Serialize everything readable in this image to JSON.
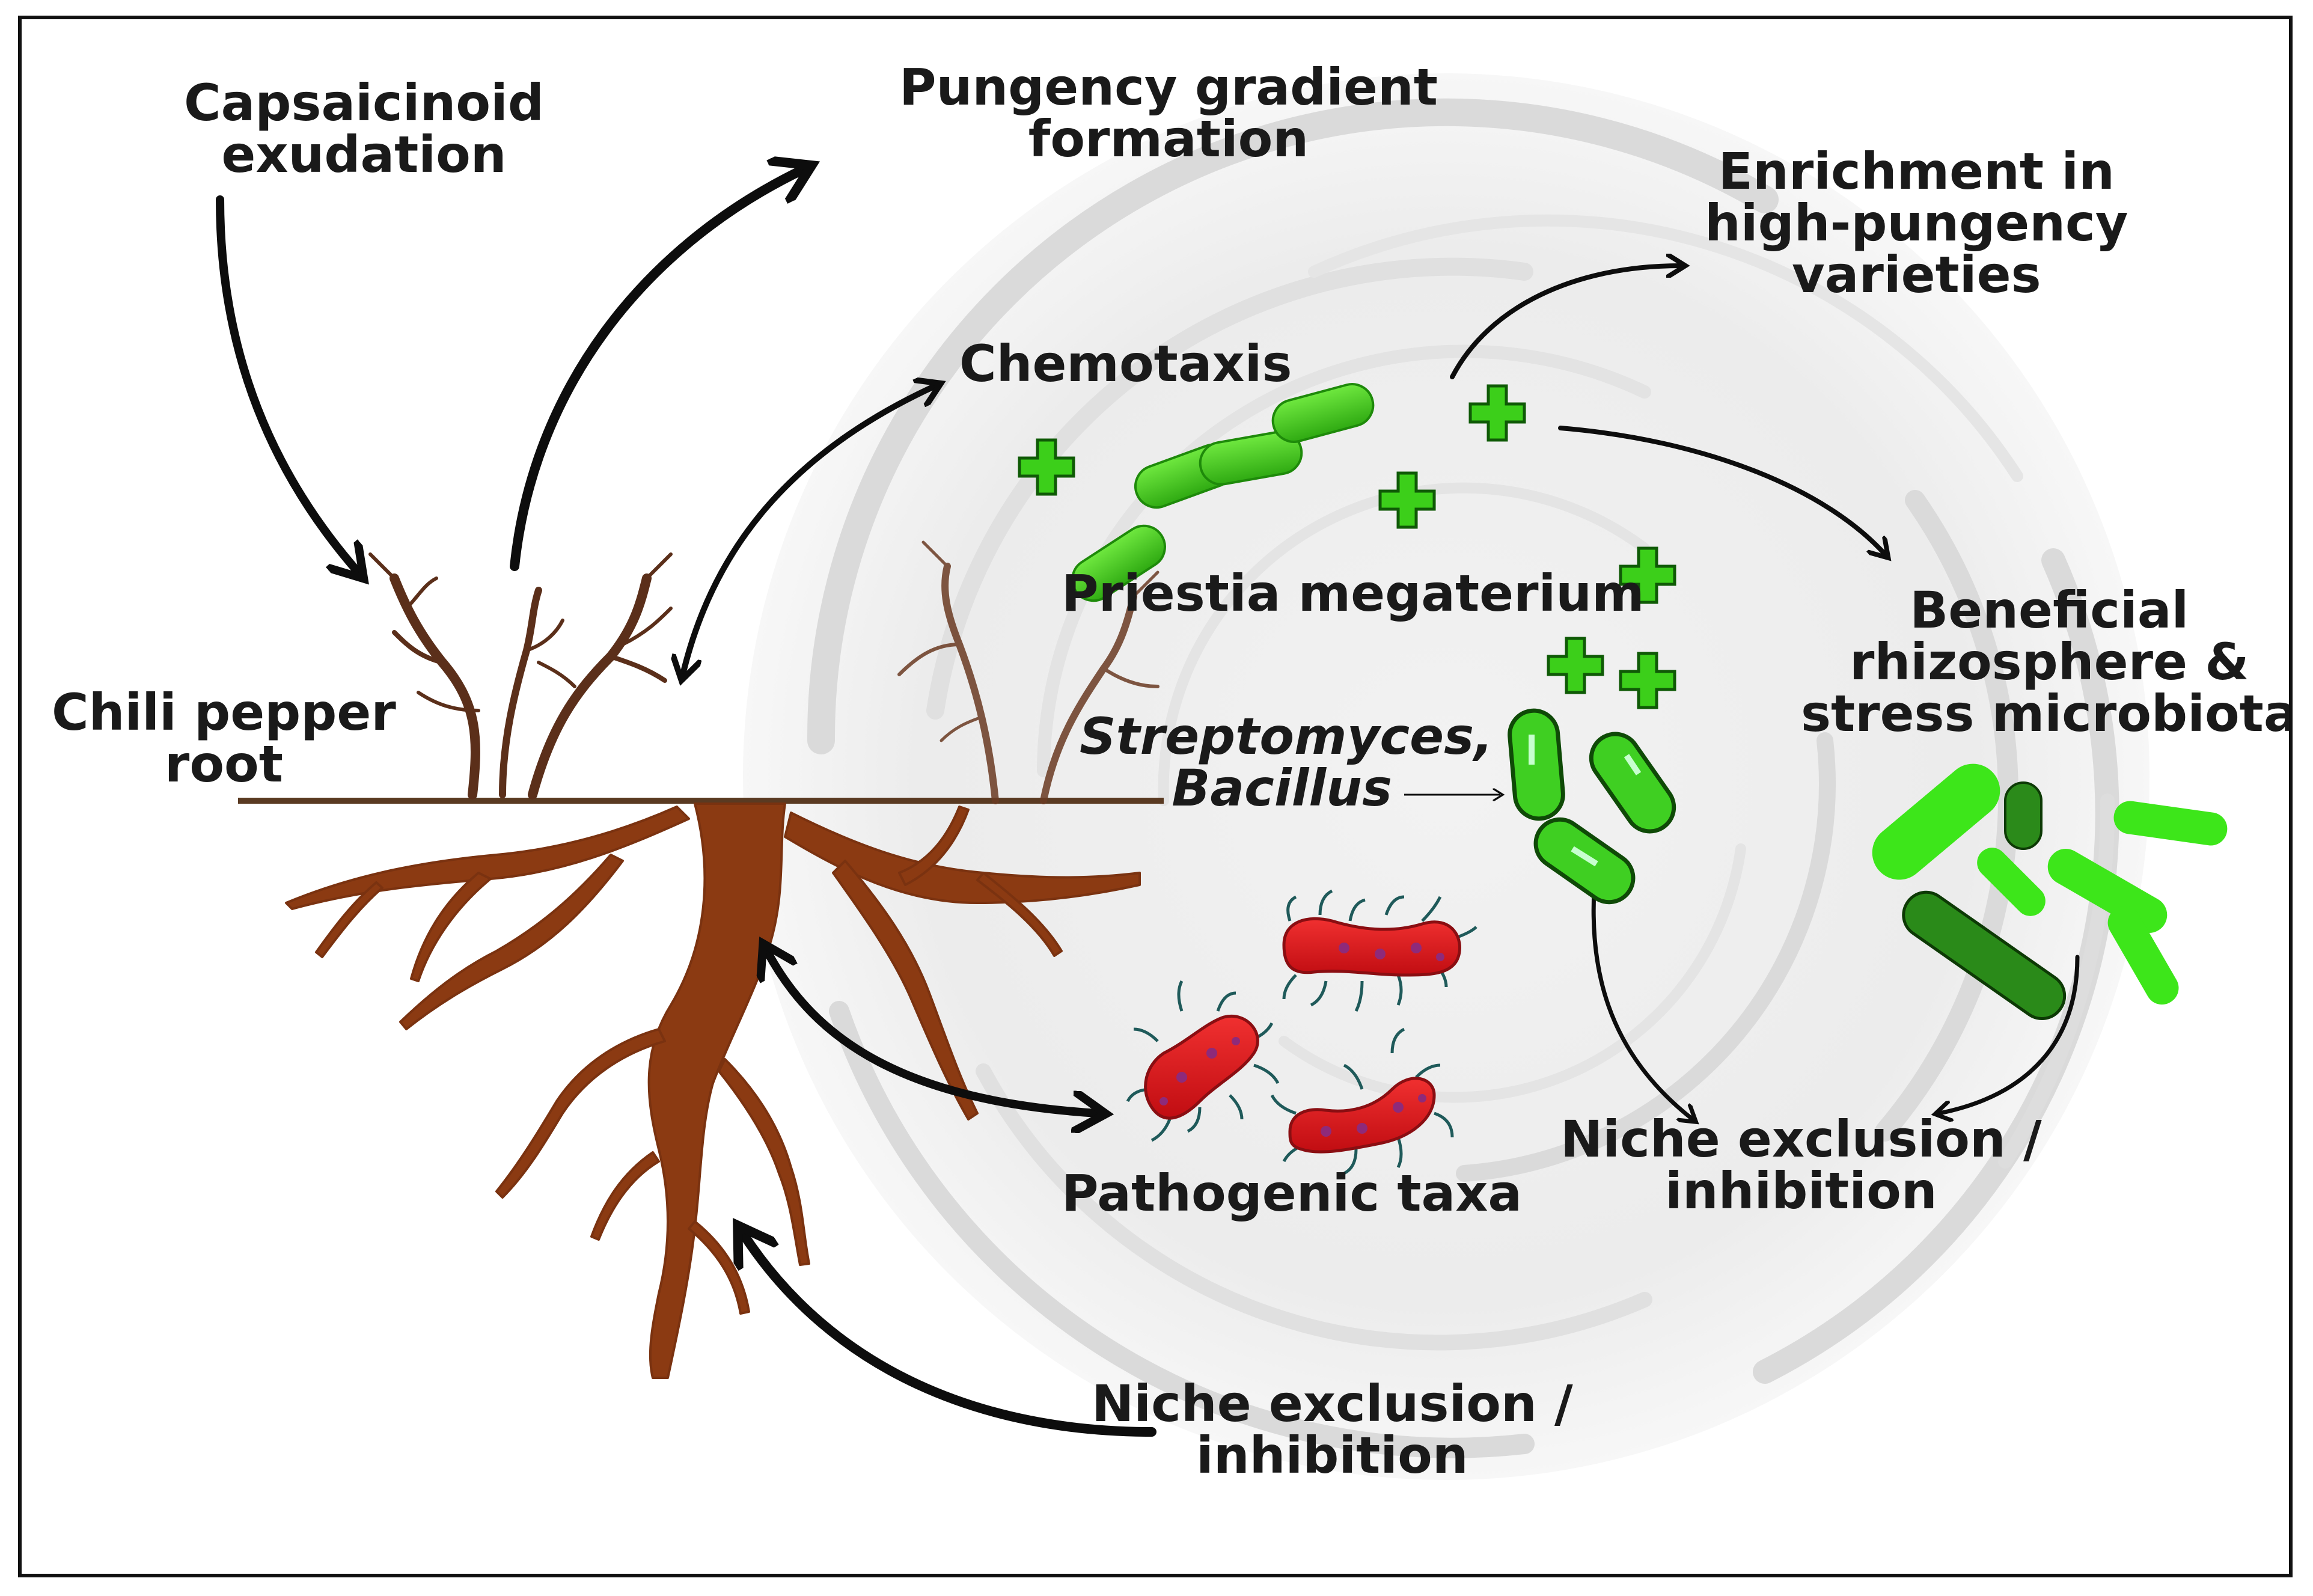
{
  "labels": {
    "capsaicinoid": [
      "Capsaicinoid",
      "exudation"
    ],
    "pungency": [
      "Pungency gradient",
      "formation"
    ],
    "enrichment": [
      "Enrichment in",
      "high-pungency",
      "varieties"
    ],
    "chemotaxis": "Chemotaxis",
    "priestia": "Priestia megaterium",
    "beneficial": [
      "Beneficial",
      "rhizosphere &",
      "stress microbiota"
    ],
    "chili_root": [
      "Chili pepper",
      "root"
    ],
    "streptomyces": [
      "Streptomyces,",
      "Bacillus"
    ],
    "pathogenic": "Pathogenic taxa",
    "niche_right": [
      "Niche exclusion /",
      "inhibition"
    ],
    "niche_bottom": [
      "Niche exclusion /",
      "inhibition"
    ]
  },
  "icons": [
    "chili-plant-icon",
    "root-system-icon",
    "rod-bacteria-chain-icon",
    "plus-sign-icon",
    "beneficial-bacteria-icon",
    "pathogenic-bacteria-icon",
    "swirl-background"
  ],
  "colors": {
    "root": "#8b3a12",
    "root_light": "#a0521f",
    "bacteria_green": "#3fd11e",
    "plus_green": "#3ccf1a",
    "pathogen_red": "#e3161c",
    "arrow": "#0d0d0d",
    "swirl": "#e2e2e2"
  }
}
